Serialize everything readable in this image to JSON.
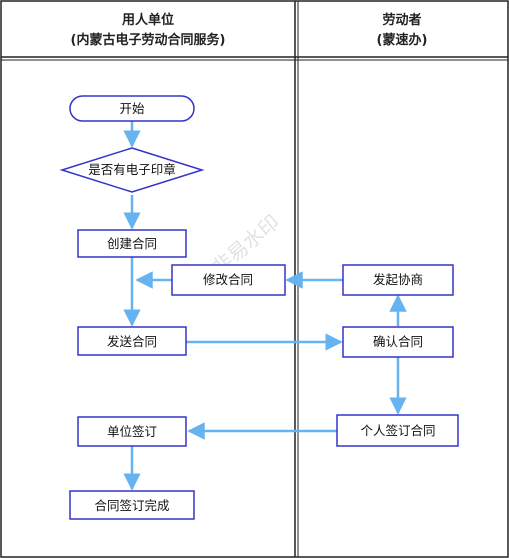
{
  "lanes": {
    "left": {
      "title": "用人单位",
      "subtitle": "(内蒙古电子劳动合同服务)"
    },
    "right": {
      "title": "劳动者",
      "subtitle": "(蒙速办)"
    }
  },
  "nodes": {
    "start": "开始",
    "has_seal": "是否有电子印章",
    "create": "创建合同",
    "modify": "修改合同",
    "initiate_negotiation": "发起协商",
    "send": "发送合同",
    "confirm": "确认合同",
    "unit_sign": "单位签订",
    "personal_sign": "个人签订合同",
    "complete": "合同签订完成"
  },
  "watermark": "非易水印",
  "colors": {
    "node_border": "#3333cc",
    "arrow": "#66b3f0",
    "lane_border": "#222222",
    "header_bg": "#ffffff"
  }
}
